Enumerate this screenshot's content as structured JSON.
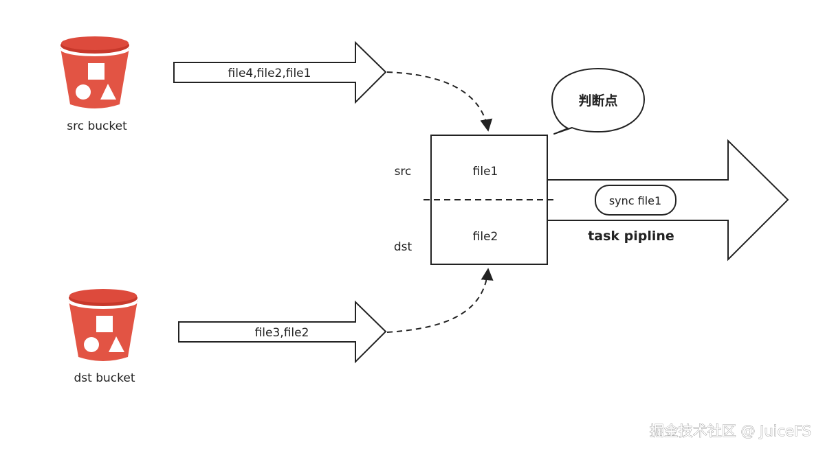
{
  "diagram": {
    "colors": {
      "bucket_body": "#e25444",
      "bucket_lid": "#c7382b",
      "bucket_lid_top": "#d9473a",
      "stroke": "#222222",
      "background": "#ffffff"
    },
    "buckets": [
      {
        "id": "src",
        "label": "src bucket",
        "icon": "s3-bucket-icon"
      },
      {
        "id": "dst",
        "label": "dst bucket",
        "icon": "s3-bucket-icon"
      }
    ],
    "arrows": [
      {
        "id": "src-stream",
        "label": "file4,file2,file1"
      },
      {
        "id": "dst-stream",
        "label": "file3,file2"
      }
    ],
    "compare_box": {
      "rows": [
        {
          "side_label": "src",
          "value": "file1"
        },
        {
          "side_label": "dst",
          "value": "file2"
        }
      ]
    },
    "callout": {
      "text": "判断点"
    },
    "pipeline": {
      "task": "sync file1",
      "label": "task pipline"
    },
    "watermark": "掘金技术社区 @ JuiceFS"
  }
}
